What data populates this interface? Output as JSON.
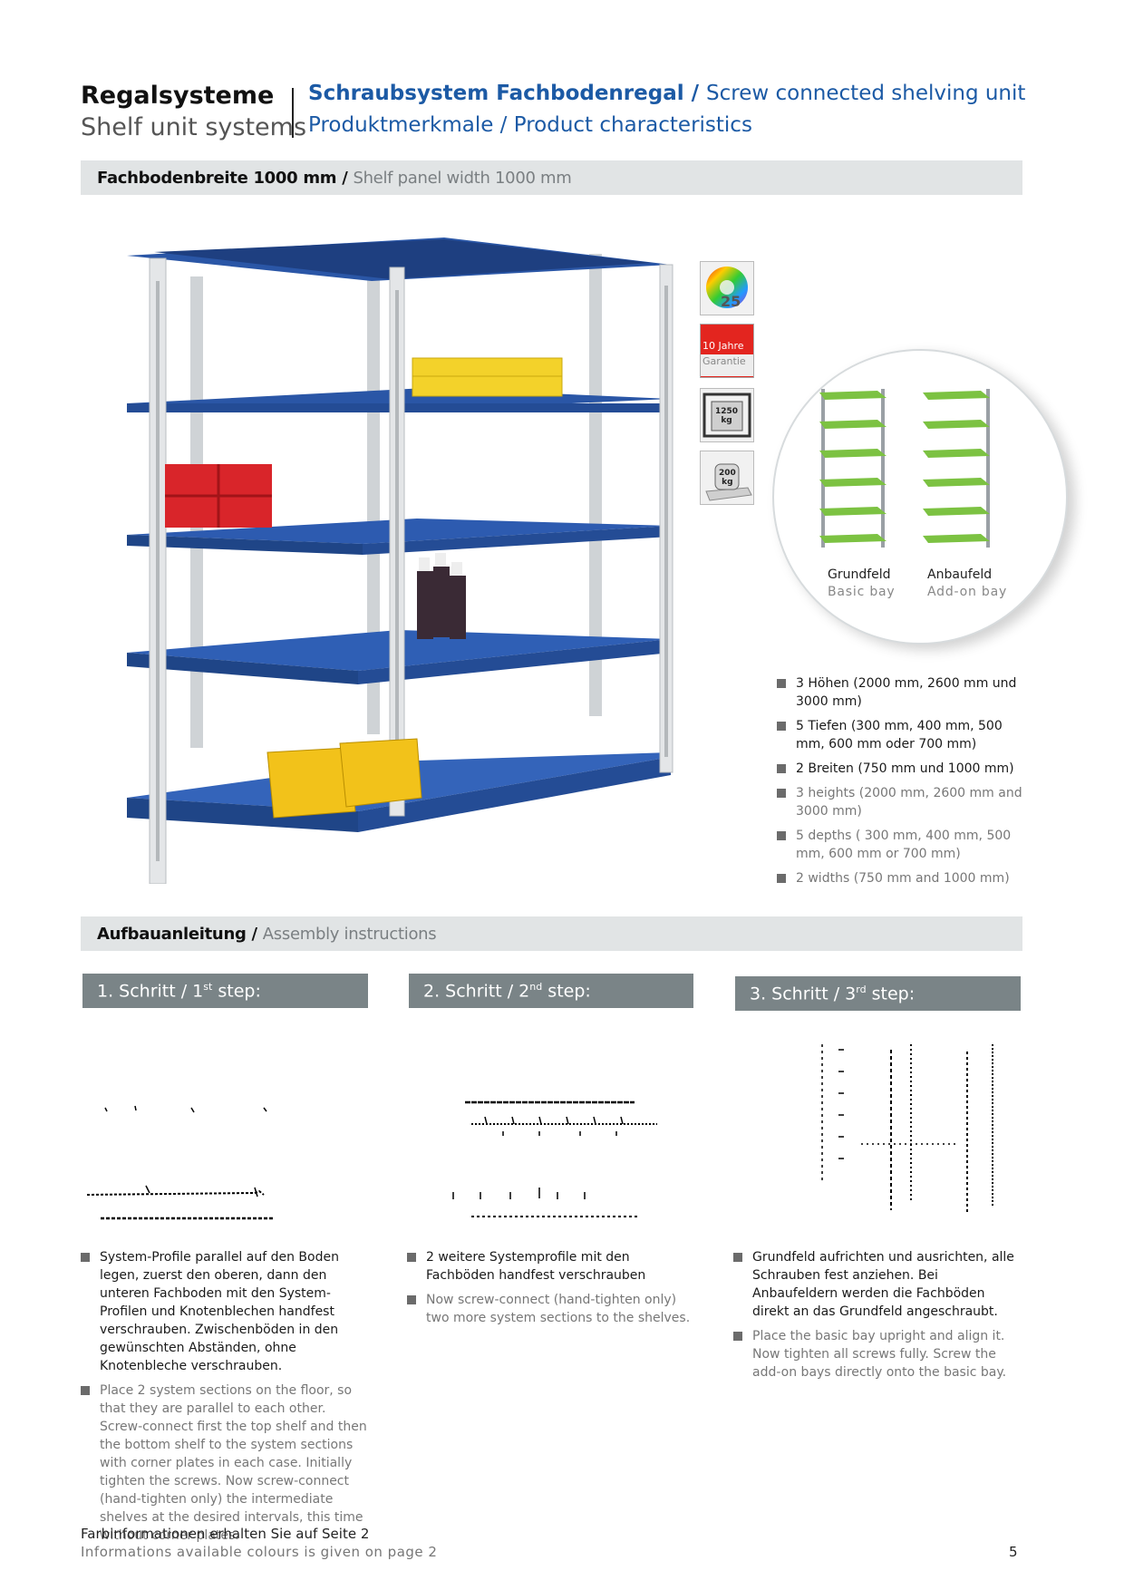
{
  "header": {
    "left_title_de": "Regalsysteme",
    "left_title_en": "Shelf unit systems",
    "right_title_de": "Schraubsystem Fachbodenregal",
    "right_title_sep": " / ",
    "right_title_en": "Screw connected shelving unit",
    "right_sub": "Produktmerkmale / Product characteristics"
  },
  "section1": {
    "title_de": "Fachbodenbreite 1000 mm",
    "sep": " / ",
    "title_en": "Shelf panel width 1000 mm"
  },
  "badges": {
    "colors_count": "25",
    "warranty_line1": "10 Jahre",
    "warranty_line2": "Garantie",
    "load_total_1": "1250",
    "load_total_2": "kg",
    "load_shelf_1": "200",
    "load_shelf_2": "kg"
  },
  "bays": {
    "basic_de": "Grundfeld",
    "basic_en": "Basic bay",
    "addon_de": "Anbaufeld",
    "addon_en": "Add-on bay"
  },
  "features": [
    {
      "text": "3 Höhen (2000 mm, 2600 mm und 3000 mm)",
      "lang": "de"
    },
    {
      "text": "5 Tiefen (300 mm, 400 mm, 500 mm, 600 mm oder 700 mm)",
      "lang": "de"
    },
    {
      "text": "2 Breiten (750 mm und 1000 mm)",
      "lang": "de"
    },
    {
      "text": "3 heights (2000 mm, 2600 mm and 3000 mm)",
      "lang": "en"
    },
    {
      "text": "5 depths ( 300 mm, 400 mm, 500 mm, 600 mm or 700 mm)",
      "lang": "en"
    },
    {
      "text": "2 widths (750 mm and 1000 mm)",
      "lang": "en"
    }
  ],
  "section2": {
    "title_de": "Aufbauanleitung",
    "sep": " / ",
    "title_en": "Assembly instructions"
  },
  "steps": [
    {
      "prefix": "1. Schritt / 1",
      "sup": "st",
      "suffix": " step:",
      "de": "System-Profile parallel auf den Boden legen, zuerst den oberen, dann den unteren Fachboden mit den System-Profilen und Knotenblechen handfest verschrauben. Zwischenböden in den gewünschten Abständen, ohne Knotenbleche verschrauben.",
      "en": "Place 2 system sections on the floor, so that they are parallel to each other. Screw-connect first the top shelf and then the bottom shelf to the system sections with corner plates in each case. Initially tighten the screws. Now screw-connect (hand-tighten only) the intermediate shelves at the desired intervals, this time without corner plates."
    },
    {
      "prefix": "2. Schritt / 2",
      "sup": "nd",
      "suffix": " step:",
      "de": "2 weitere Systemprofile mit den Fachböden handfest verschrauben",
      "en": "Now screw-connect (hand-tighten only) two more system sections to the shelves."
    },
    {
      "prefix": "3. Schritt / 3",
      "sup": "rd",
      "suffix": " step:",
      "de": "Grundfeld aufrichten und ausrichten, alle Schrauben fest anziehen. Bei Anbaufeldern werden die Fachböden direkt an das Grundfeld angeschraubt.",
      "en": "Place the basic bay upright and align it. Now tighten all screws fully. Screw the add-on bays directly onto the basic bay."
    }
  ],
  "footer": {
    "line_de": "Farbinformationen erhalten Sie auf Seite 2",
    "line_en": "Informations available colours is given on page 2",
    "page": "5"
  },
  "colors": {
    "brand_blue": "#1c5aa5",
    "shelf_blue": "#2a56a6",
    "bay_green": "#7cc242",
    "step_grey": "#7a8487",
    "band_grey": "#e1e4e5"
  }
}
